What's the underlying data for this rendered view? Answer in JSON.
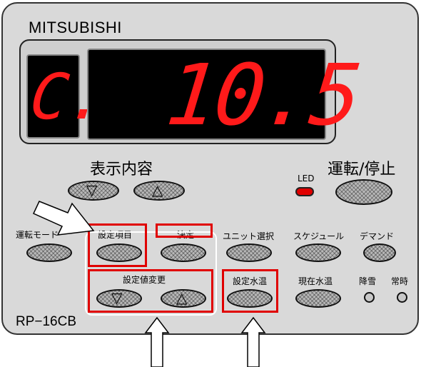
{
  "panel": {
    "brand": "MITSUBISHI",
    "model": "RP−16CB"
  },
  "display": {
    "mode_char": "C.",
    "value": "10.5",
    "led_color": "#ff1a1a"
  },
  "labels": {
    "display_content": "表示内容",
    "run_stop": "運転/停止",
    "led": "LED",
    "run_mode": "運転モード",
    "setting_item": "設定項目",
    "confirm": "決定",
    "unit_select": "ユニット選択",
    "schedule": "スケジュール",
    "demand": "デマンド",
    "setting_value_change": "設定値変更",
    "set_water_temp": "設定水温",
    "current_water_temp": "現在水温",
    "snow": "降雪",
    "always": "常時"
  },
  "symbols": {
    "down": "▽",
    "up": "△"
  },
  "colors": {
    "highlight": "#e00000",
    "panel": "#d9d9d9"
  }
}
